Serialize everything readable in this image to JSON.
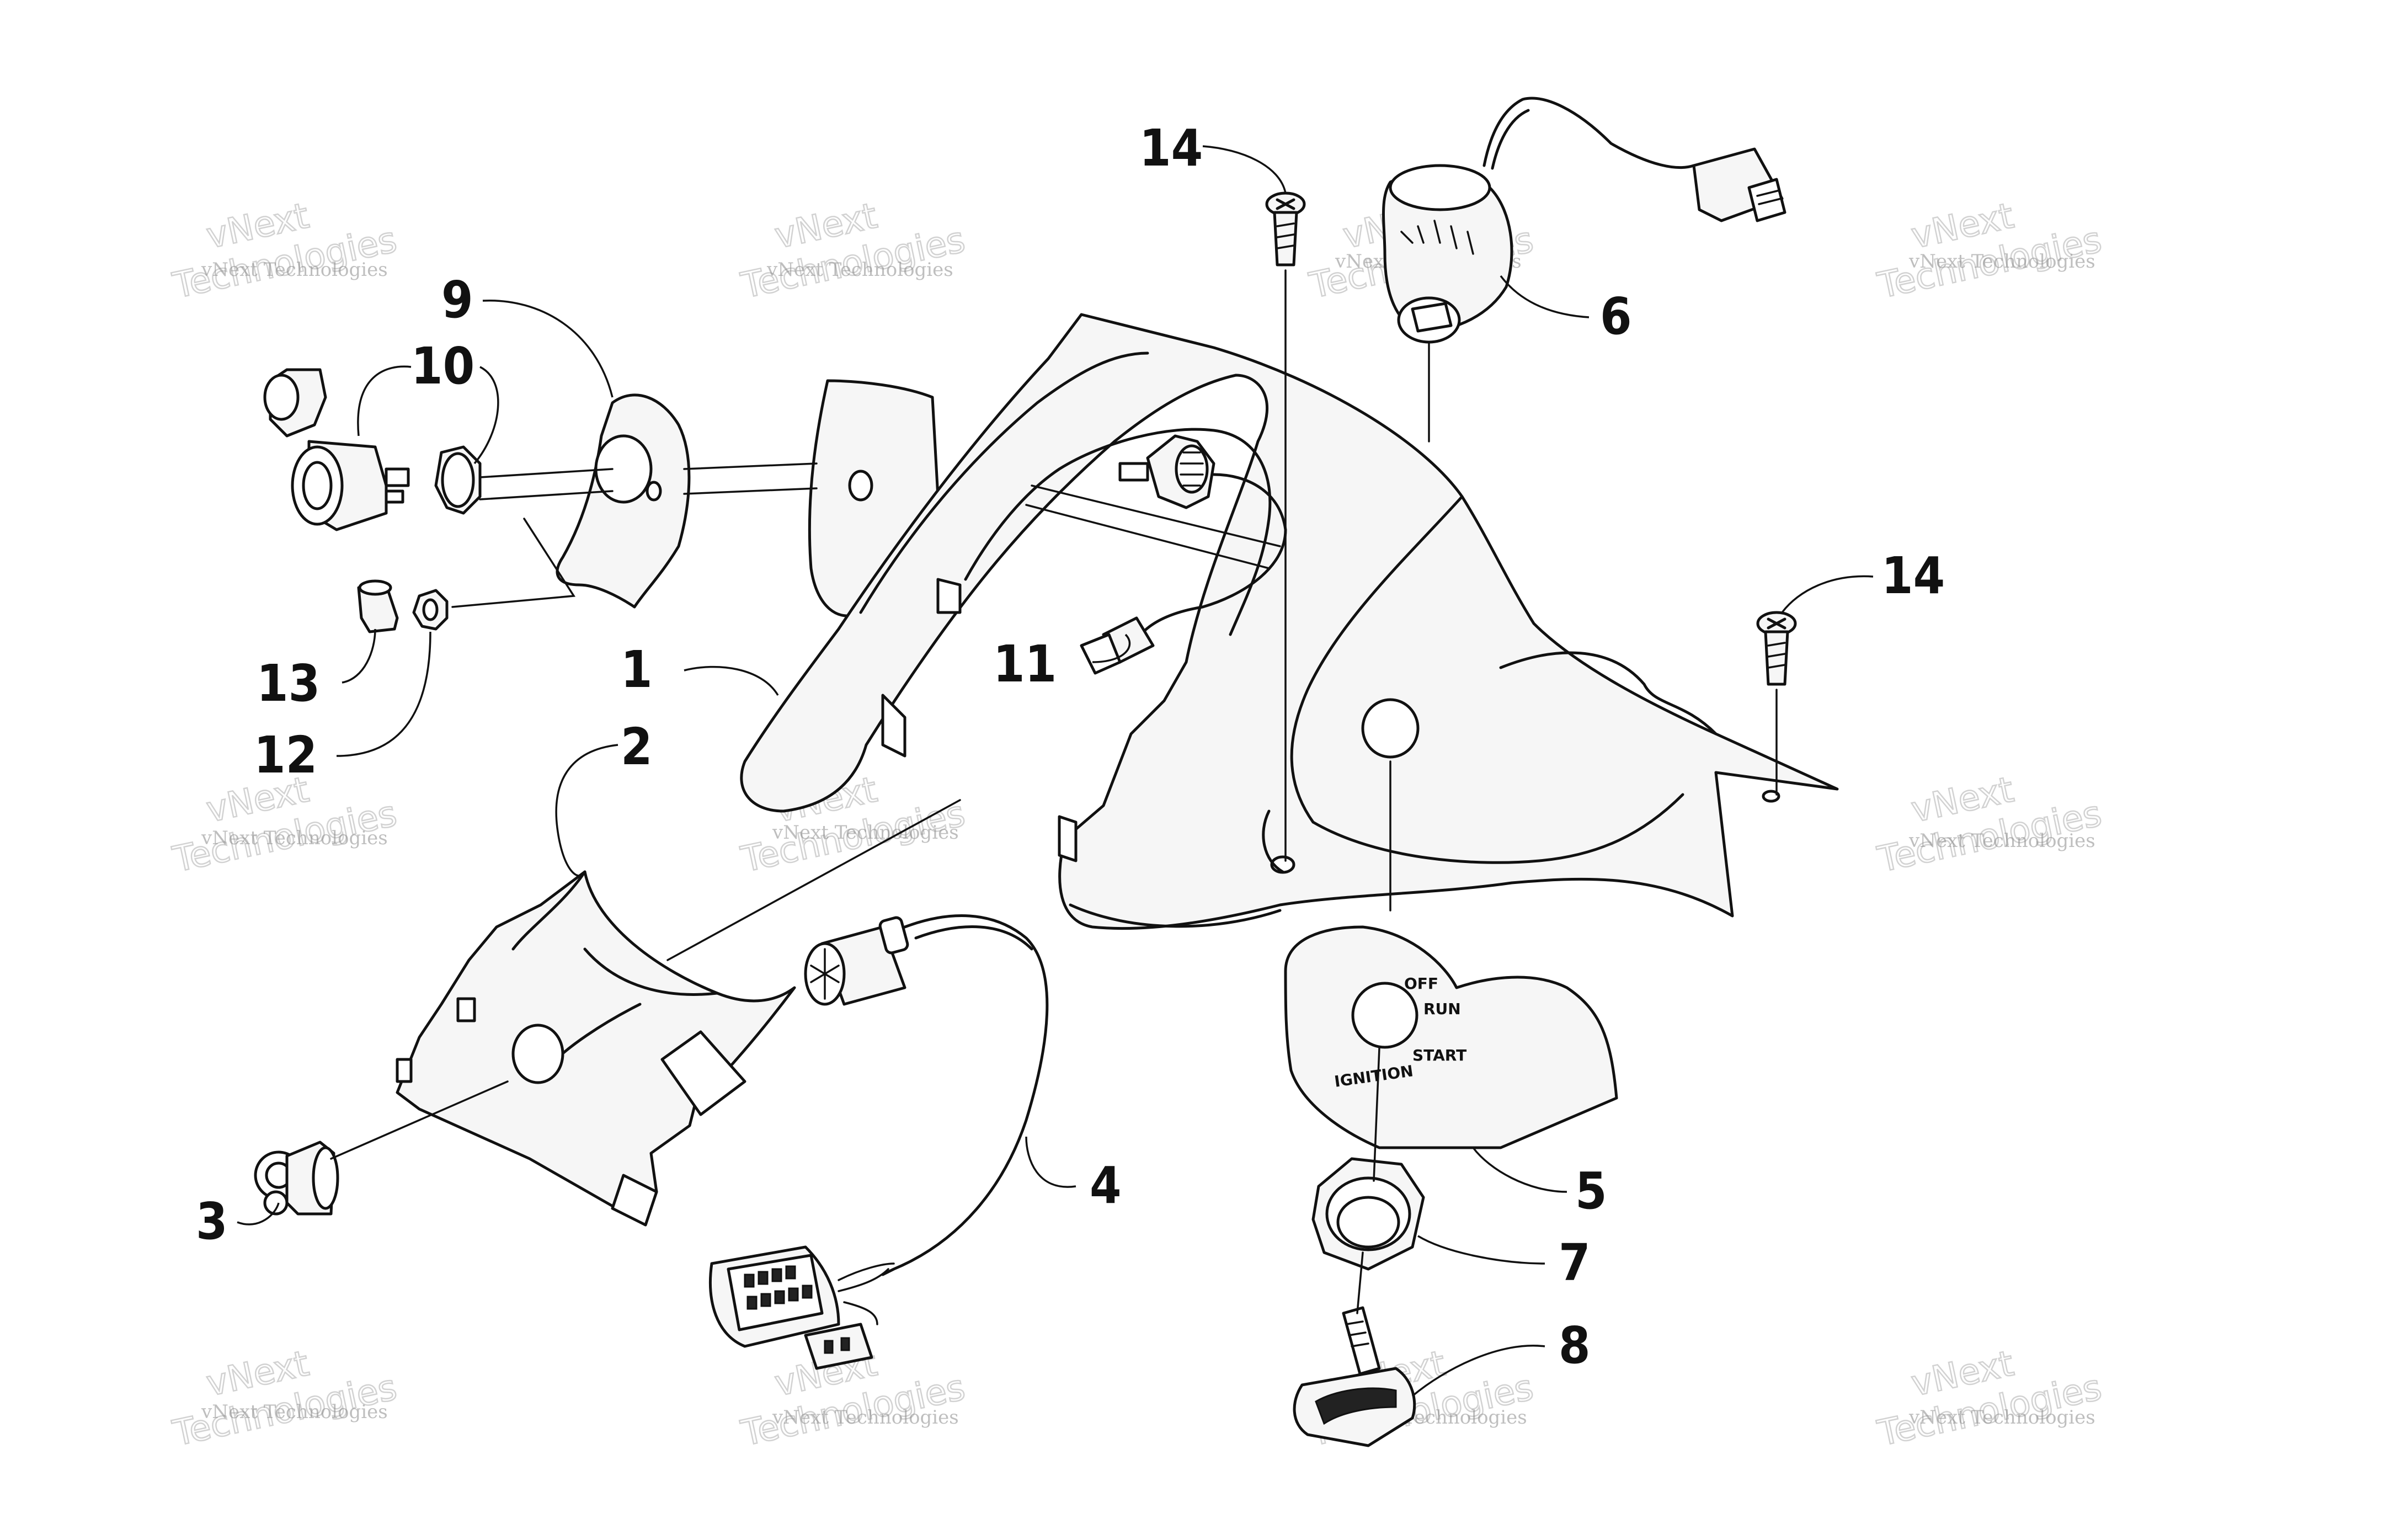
{
  "callouts": {
    "c1": "1",
    "c2": "2",
    "c3": "3",
    "c4": "4",
    "c5": "5",
    "c6": "6",
    "c7": "7",
    "c8": "8",
    "c9": "9",
    "c10": "10",
    "c11": "11",
    "c12": "12",
    "c13": "13",
    "c14a": "14",
    "c14b": "14"
  },
  "ignition_plate": {
    "off": "OFF",
    "run": "RUN",
    "start": "START",
    "ignition": "IGNITION"
  },
  "watermark": {
    "line1": "vNext Technologies",
    "line2": "Technologies",
    "line3": "vNext"
  },
  "colors": {
    "ink": "#111111",
    "background": "#ffffff",
    "watermark": "#8a8a8a"
  }
}
